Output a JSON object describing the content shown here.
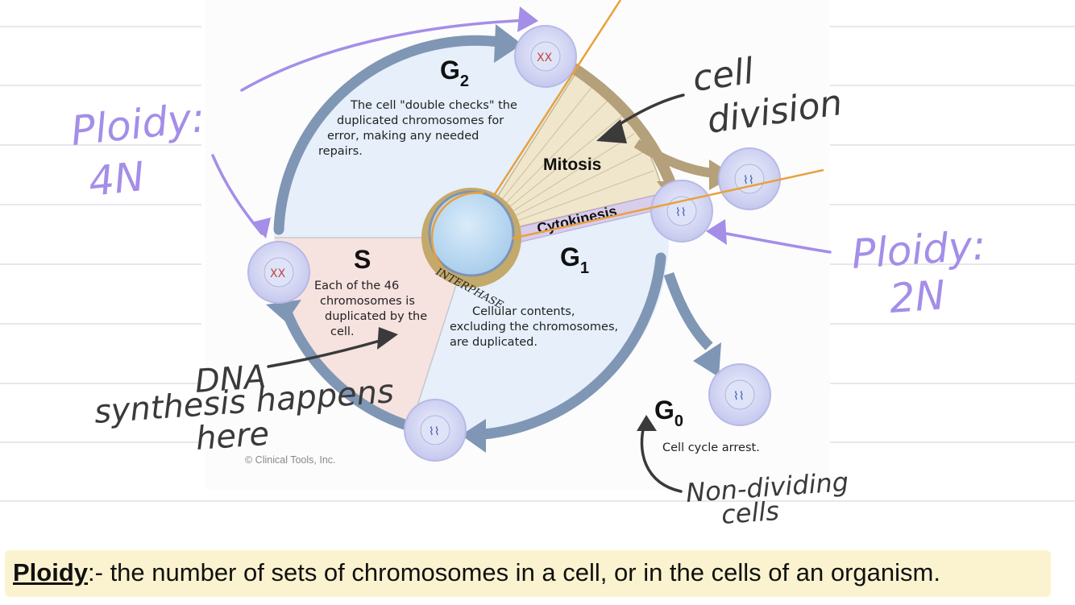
{
  "diagram": {
    "phases": {
      "g2": {
        "letter": "G",
        "sub": "2"
      },
      "s": {
        "letter": "S"
      },
      "g1": {
        "letter": "G",
        "sub": "1"
      },
      "g0": {
        "letter": "G",
        "sub": "0"
      },
      "mitosis": "Mitosis",
      "cytokinesis": "Cytokinesis",
      "interphase": "INTERPHASE"
    },
    "descriptions": {
      "g2": [
        "The cell \"double checks\" the",
        "duplicated chromosomes for",
        "error, making any needed",
        "repairs."
      ],
      "s": [
        "Each of the 46",
        "chromosomes is",
        "duplicated by the",
        "cell."
      ],
      "g1": [
        "Cellular contents,",
        "excluding the chromosomes,",
        "are duplicated."
      ],
      "g0": "Cell cycle arrest."
    },
    "copyright": "© Clinical Tools, Inc."
  },
  "annotations": {
    "ploidy_4n": [
      "Ploidy:",
      "4N"
    ],
    "ploidy_2n": [
      "Ploidy:",
      "2N"
    ],
    "cell_division": [
      "cell",
      "division"
    ],
    "dna_synthesis": [
      "DNA",
      "synthesis happens",
      "here"
    ],
    "non_dividing": [
      "Non-dividing",
      "cells"
    ]
  },
  "definition": {
    "term": "Ploidy",
    "text": ":- the number of sets of chromosomes in a cell, or in the cells of an organism."
  },
  "colors": {
    "cycle_arrow": "#7f96b5",
    "interphase_ring": "#b9a26a",
    "mitosis_fill": "#f0e6cc",
    "annotation_purple": "#a48ee8",
    "annotation_orange": "#e8a13a",
    "definition_bg": "#fbf3cf"
  }
}
